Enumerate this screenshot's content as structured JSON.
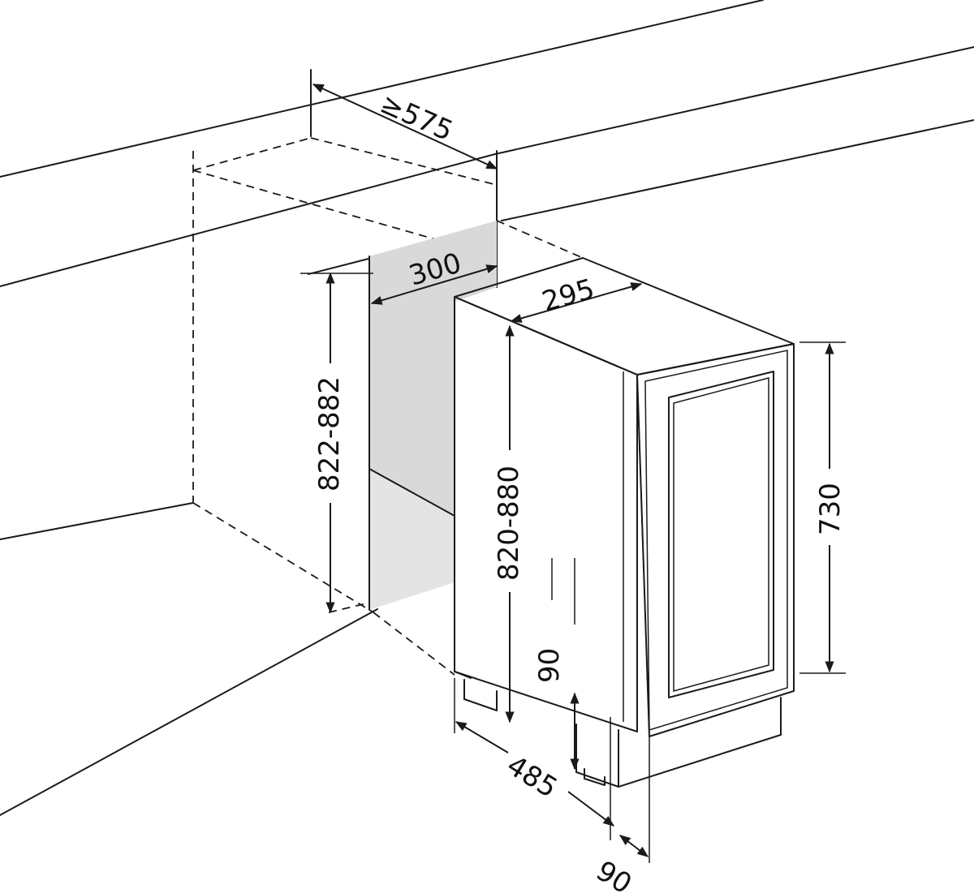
{
  "dimensions": {
    "cabinet_depth": "≥575",
    "niche_width": "300",
    "appliance_width": "295",
    "niche_height": "822-882",
    "appliance_height": "820-880",
    "cabinet_height": "730",
    "toe_kick_height": "90",
    "appliance_depth": "485",
    "toe_kick_depth": "90"
  },
  "colors": {
    "line": "#1a1a1a",
    "niche_back": "#d9d9d9",
    "niche_lower": "#e4e4e4",
    "appliance_body": "#ffffff",
    "appliance_top": "#fafafa"
  }
}
